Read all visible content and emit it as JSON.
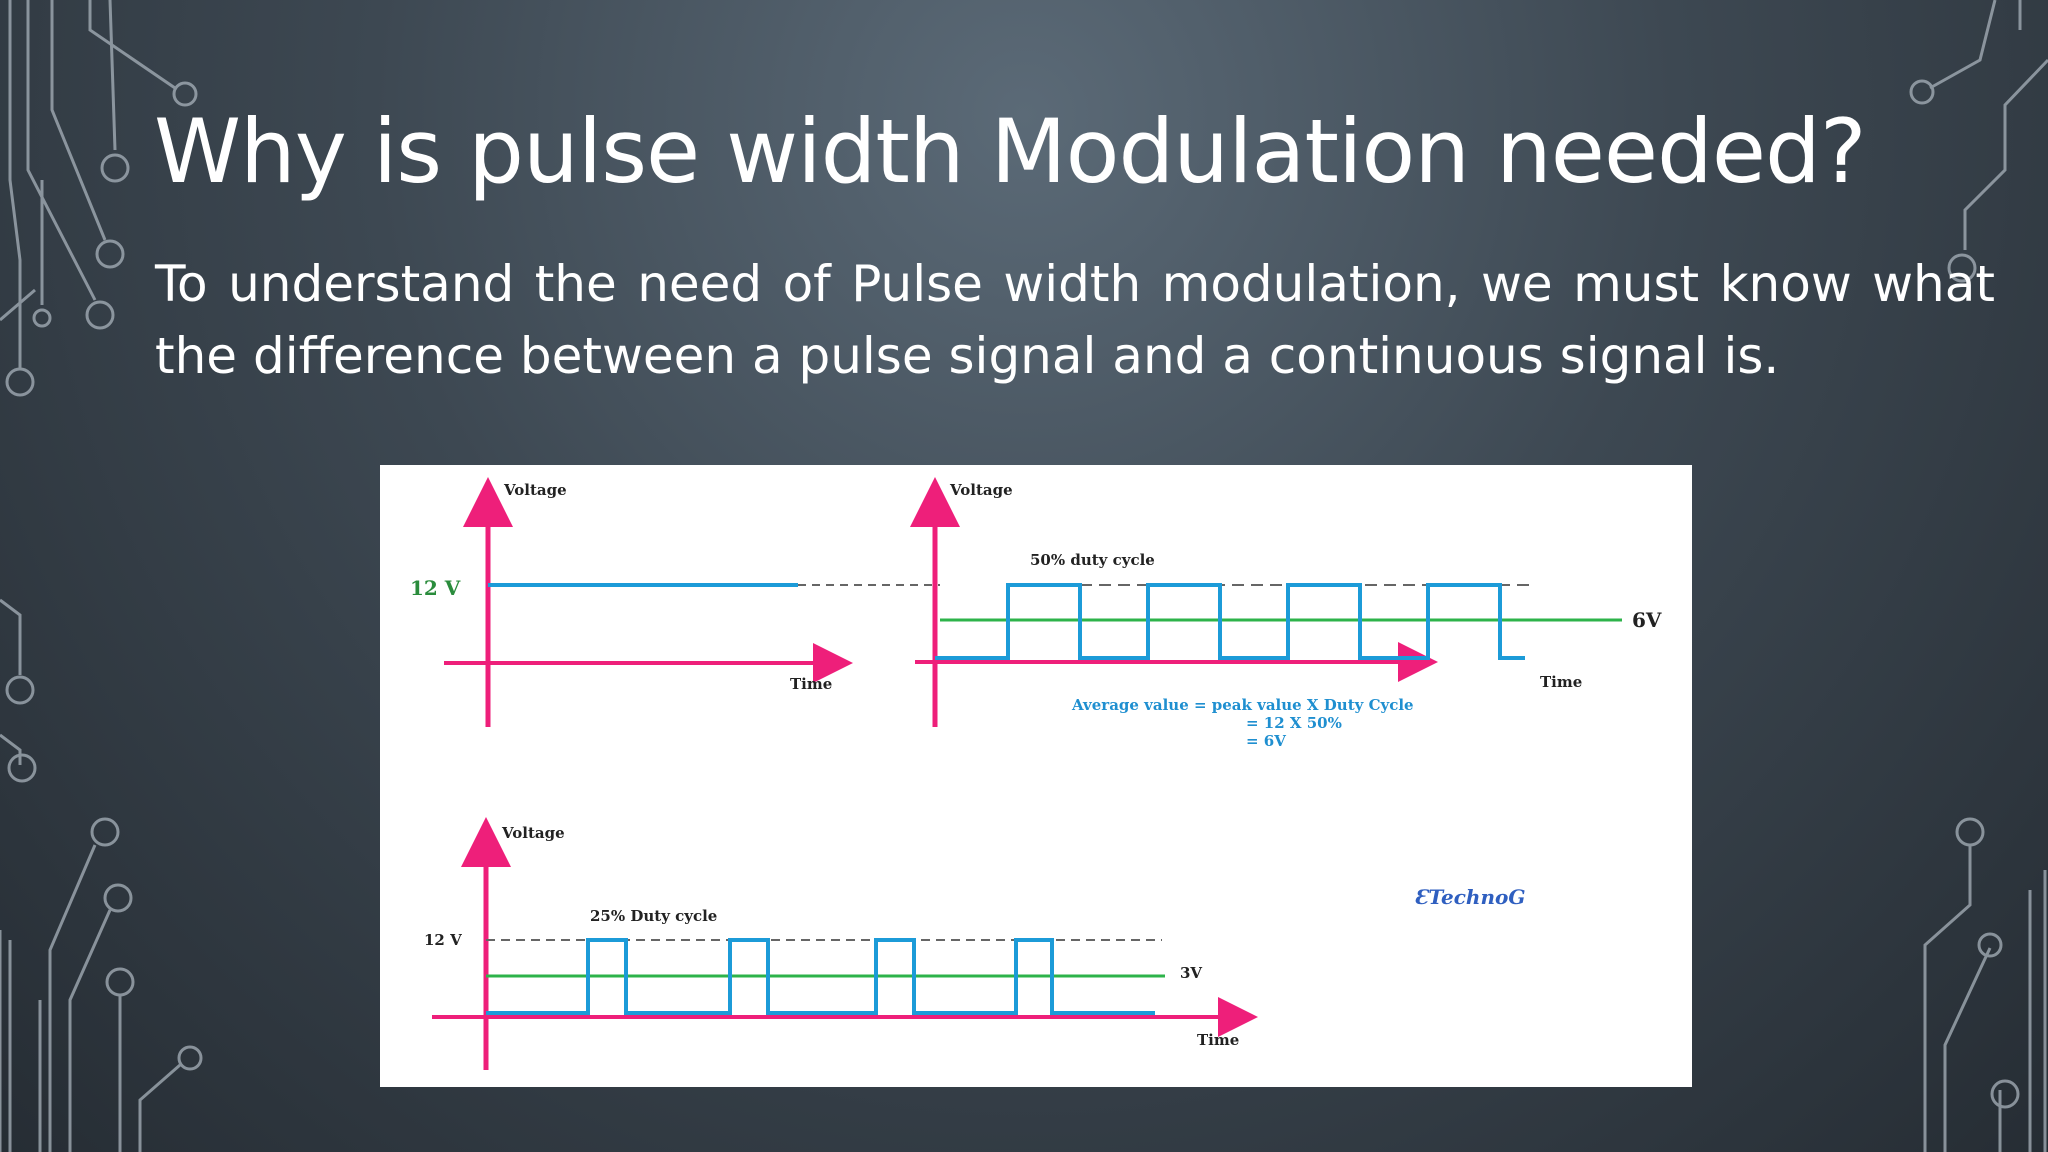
{
  "slide": {
    "title": "Why is pulse width Modulation needed?",
    "body": "To understand the need of Pulse width modulation, we must know what the difference between a pulse signal and a continuous signal is."
  },
  "figure": {
    "logo": "ƐTechnoG",
    "colors": {
      "axis": "#ee1f7a",
      "signal": "#1c9bd8",
      "average": "#2db34a",
      "dashed": "#666666",
      "label_blue": "#1f8fd0"
    },
    "panel_dc": {
      "y_label": "Voltage",
      "x_label": "Time",
      "level_label": "12 V"
    },
    "panel_50": {
      "y_label": "Voltage",
      "x_label": "Time",
      "duty_label": "50% duty cycle",
      "avg_label": "6V",
      "formula": [
        "Average value = peak value X Duty Cycle",
        "= 12 X 50%",
        "= 6V"
      ]
    },
    "panel_25": {
      "y_label": "Voltage",
      "x_label": "Time",
      "level_label": "12 V",
      "duty_label": "25% Duty cycle",
      "avg_label": "3V"
    }
  }
}
